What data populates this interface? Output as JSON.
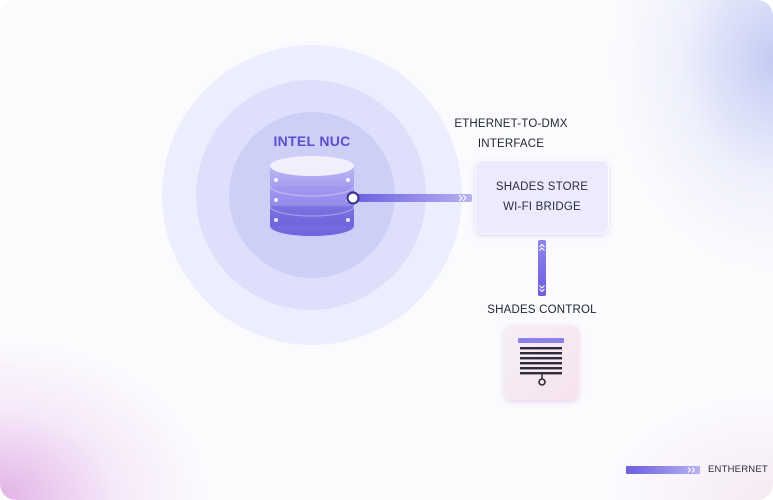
{
  "diagram": {
    "server": {
      "title": "INTEL NUC",
      "icon": "database-server-icon"
    },
    "interface_label": {
      "line1": "ETHERNET-TO-DMX",
      "line2": "INTERFACE"
    },
    "bridge": {
      "line1": "SHADES STORE",
      "line2": "WI-FI BRIDGE"
    },
    "shades": {
      "title": "SHADES CONTROL",
      "icon": "window-shade-icon"
    },
    "legend": {
      "label": "ENTHERNET"
    }
  },
  "colors": {
    "accent": "#6a5ee0",
    "link": "#7b72e6",
    "db_top": "#e8e6fc",
    "db_mid": "#a49cf0",
    "db_bottom": "#6c62de"
  }
}
